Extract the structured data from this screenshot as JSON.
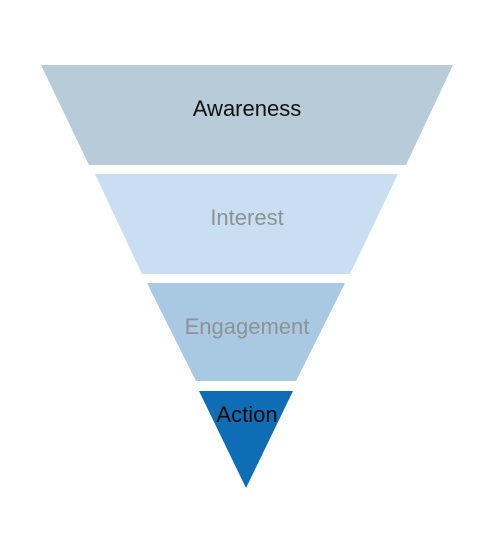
{
  "funnel": {
    "stages": [
      {
        "label": "Awareness",
        "fill": "#b8cbd9",
        "text_color": "#111111"
      },
      {
        "label": "Interest",
        "fill": "#c9dff1",
        "text_color": "#8e9295"
      },
      {
        "label": "Engagement",
        "fill": "#a9c9e3",
        "text_color": "#8e9295"
      },
      {
        "label": "Action",
        "fill": "#0f6db5",
        "text_color": "#0a0a0a"
      }
    ]
  }
}
